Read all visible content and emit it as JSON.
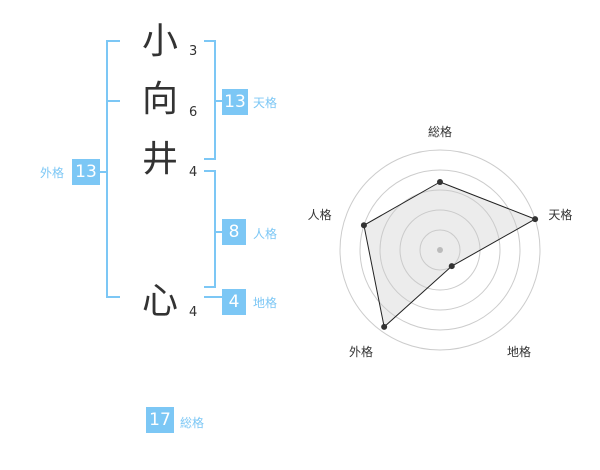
{
  "name": {
    "chars": [
      {
        "char": "小",
        "strokes": "3"
      },
      {
        "char": "向",
        "strokes": "6"
      },
      {
        "char": "井",
        "strokes": "4"
      },
      {
        "char": "心",
        "strokes": "4"
      }
    ]
  },
  "kaku": {
    "tenkaku": {
      "value": "13",
      "label": "天格"
    },
    "jinkaku": {
      "value": "8",
      "label": "人格"
    },
    "chikaku": {
      "value": "4",
      "label": "地格"
    },
    "gaikaku": {
      "value": "13",
      "label": "外格"
    },
    "soukaku": {
      "value": "17",
      "label": "総格"
    }
  },
  "colors": {
    "accent": "#7cc7f5",
    "text": "#333333"
  },
  "chart_data": {
    "type": "radar",
    "axes": [
      "総格",
      "天格",
      "地格",
      "外格",
      "人格"
    ],
    "values": [
      0.68,
      1.0,
      0.2,
      0.95,
      0.8
    ],
    "range": [
      0,
      1
    ],
    "rings": 5
  }
}
